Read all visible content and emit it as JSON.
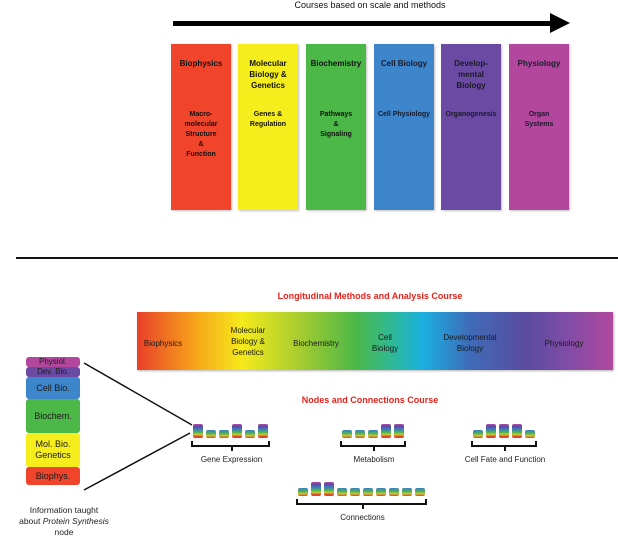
{
  "top": {
    "title": "Courses based on scale and methods",
    "courses": [
      {
        "title": "Biophysics",
        "subtitle": "Macro-\nmolecular\nStructure\n&\nFunction",
        "color": "#f0452b"
      },
      {
        "title": "Molecular Biology & Genetics",
        "subtitle": "Genes &\nRegulation",
        "color": "#f5ee1c"
      },
      {
        "title": "Biochemistry",
        "subtitle": "Pathways\n&\nSignaling",
        "color": "#4cb848"
      },
      {
        "title": "Cell Biology",
        "subtitle": "Cell  Physiology",
        "color": "#3d86cc"
      },
      {
        "title": "Develop-\nmental\nBiology",
        "subtitle": "Organogenesis",
        "color": "#6a4aa2"
      },
      {
        "title": "Physiology",
        "subtitle": "Organ\nSystems",
        "color": "#b3479e"
      }
    ]
  },
  "longitudinal": {
    "title": "Longitudinal Methods and Analysis Course",
    "labels": [
      "Biophysics",
      "Molecular\nBiology &\nGenetics",
      "Biochemistry",
      "Cell\nBiology",
      "Developmental\nBiology",
      "Physiology"
    ]
  },
  "nodes": {
    "title": "Nodes and Connections Course",
    "stack": [
      {
        "label": "Physiol.",
        "color": "#b3479e"
      },
      {
        "label": "Dev. Bio.",
        "color": "#6a4aa2"
      },
      {
        "label": "Cell Bio.",
        "color": "#3d86cc"
      },
      {
        "label": "Biochem.",
        "color": "#4cb848"
      },
      {
        "label": "Mol. Bio.\nGenetics",
        "color": "#f5ee1c"
      },
      {
        "label": "Biophys.",
        "color": "#f0452b"
      }
    ],
    "stack_caption_line1": "Information taught",
    "stack_caption_line2_prefix": "about ",
    "stack_caption_line2_emph": "Protein Synthesis",
    "stack_caption_line3": "node",
    "groups": [
      {
        "label": "Gene Expression",
        "node_heights": [
          "tall",
          "short",
          "short",
          "tall",
          "short",
          "tall"
        ]
      },
      {
        "label": "Metabolism",
        "node_heights": [
          "short",
          "short",
          "short",
          "tall",
          "tall"
        ]
      },
      {
        "label": "Cell Fate and Function",
        "node_heights": [
          "short",
          "tall",
          "tall",
          "tall",
          "short"
        ]
      },
      {
        "label": "Connections",
        "node_heights": [
          "short",
          "tall",
          "tall",
          "short",
          "short",
          "short",
          "short",
          "short",
          "short",
          "short"
        ]
      }
    ]
  }
}
